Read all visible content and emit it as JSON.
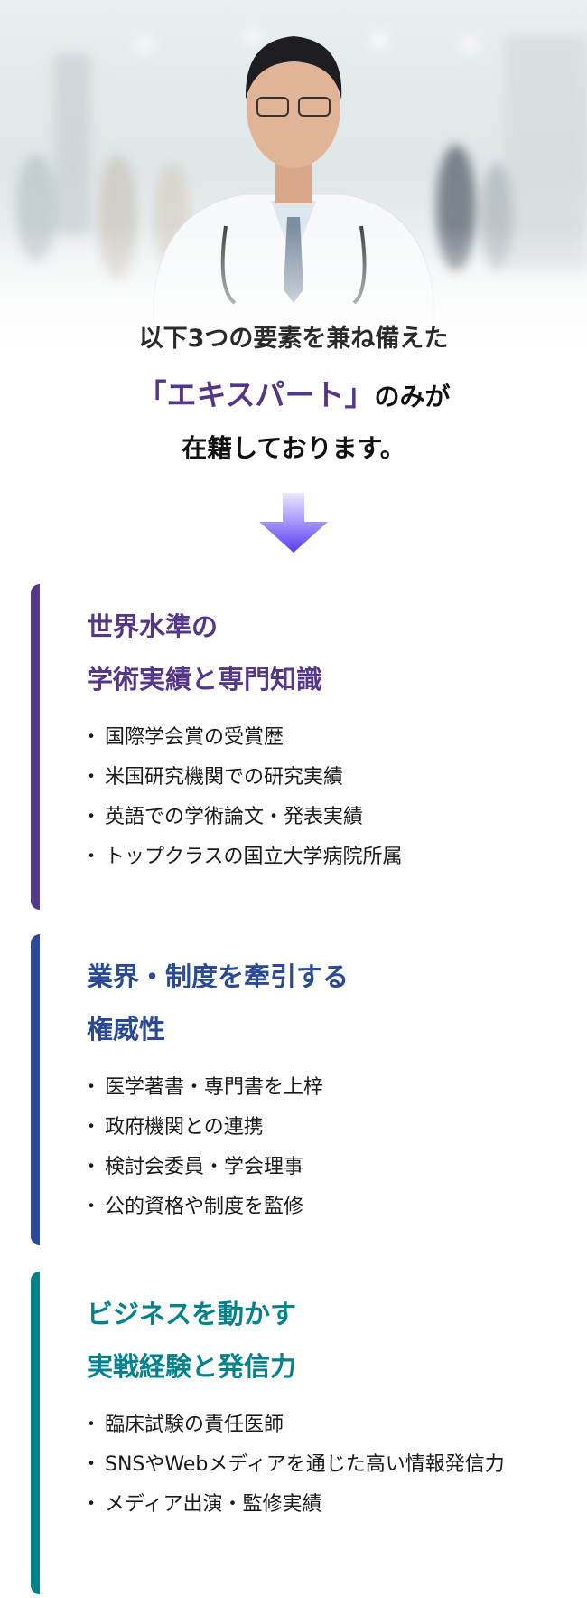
{
  "intro": {
    "line1": "以下3つの要素を兼ね備えた",
    "highlight": "「エキスパート」",
    "line2_rest": "のみが",
    "line3": "在籍しております。"
  },
  "colors": {
    "purple": "#55378a",
    "blue": "#2b4a96",
    "teal": "#00818c",
    "arrow_top": "#ece8ff",
    "arrow_bottom": "#5a3cf5"
  },
  "cards": [
    {
      "title1": "世界水準の",
      "title2": "学術実績と専門知識",
      "items": [
        "国際学会賞の受賞歴",
        "米国研究機関での研究実績",
        "英語での学術論文・発表実績",
        "トップクラスの国立大学病院所属"
      ]
    },
    {
      "title1": "業界・制度を牽引する",
      "title2": "権威性",
      "items": [
        "医学著書・専門書を上梓",
        "政府機関との連携",
        "検討会委員・学会理事",
        "公的資格や制度を監修"
      ]
    },
    {
      "title1": "ビジネスを動かす",
      "title2": "実戦経験と発信力",
      "items": [
        "臨床試験の責任医師",
        "SNSやWebメディアを通じた高い情報発信力",
        "メディア出演・監修実績"
      ]
    }
  ]
}
